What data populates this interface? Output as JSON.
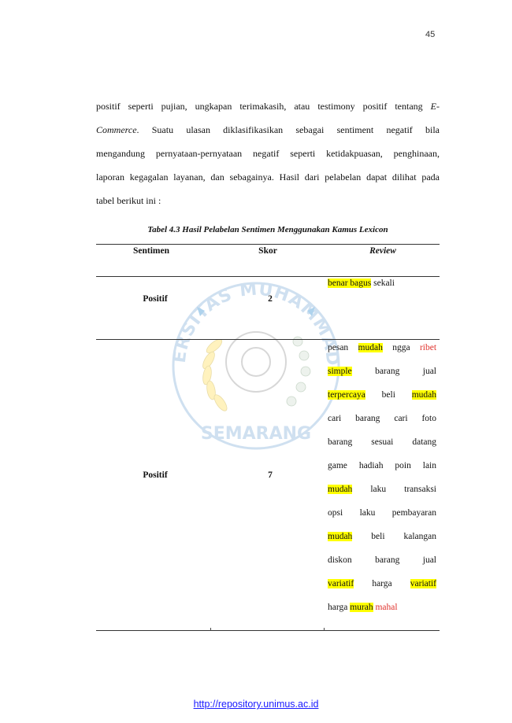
{
  "page_number": "45",
  "paragraph_lines": [
    "positif seperti pujian, ungkapan terimakasih, atau testimony positif tentang ",
    "Commerce. Suatu ulasan diklasifikasikan sebagai sentiment negatif bila",
    "mengandung pernyataan-pernyataan negatif seperti ketidakpuasan, penghinaan,",
    "laporan kegagalan layanan, dan sebagainya. Hasil dari pelabelan dapat dilihat pada",
    "tabel berikut ini :"
  ],
  "paragraph_italic": {
    "e_prefix": "E-",
    "commerce": "Commerce"
  },
  "table": {
    "caption": "Tabel 4.3 Hasil Pelabelan Sentimen Menggunakan Kamus Lexicon",
    "headers": {
      "sentimen": "Sentimen",
      "skor": "Skor",
      "review": "Review"
    },
    "rows": [
      {
        "sentimen": "Positif",
        "skor": "2"
      },
      {
        "sentimen": "Positif",
        "skor": "7"
      }
    ]
  },
  "review_row1": {
    "hl1": "benar bagus",
    "rest": " sekali"
  },
  "review_row2": {
    "l1": [
      "pesan",
      "mudah",
      "ngga",
      "ribet"
    ],
    "l2": [
      "simple",
      "barang",
      "jual"
    ],
    "l3": [
      "terpercaya",
      "beli",
      "mudah"
    ],
    "l4": "cari barang cari foto",
    "l5": "barang sesuai datang",
    "l6": "game hadiah poin lain",
    "l7": [
      "mudah",
      "laku",
      "transaksi"
    ],
    "l8": "opsi laku pembayaran",
    "l9": [
      "mudah",
      "beli",
      "kalangan"
    ],
    "l10": "diskon barang jual",
    "l11": [
      "variatif",
      "harga",
      "variatif"
    ],
    "l12": [
      "harga",
      "murah",
      "mahal"
    ]
  },
  "watermark_text": {
    "top": "UNIVERSITAS MUHAMMADIYAH",
    "bottom": "SEMARANG"
  },
  "footer": {
    "link": "http://repository.unimus.ac.id"
  },
  "colors": {
    "highlight": "#ffff00",
    "negative": "#e0322c",
    "link": "#1a1aff",
    "watermark": "#8fb6dc"
  }
}
